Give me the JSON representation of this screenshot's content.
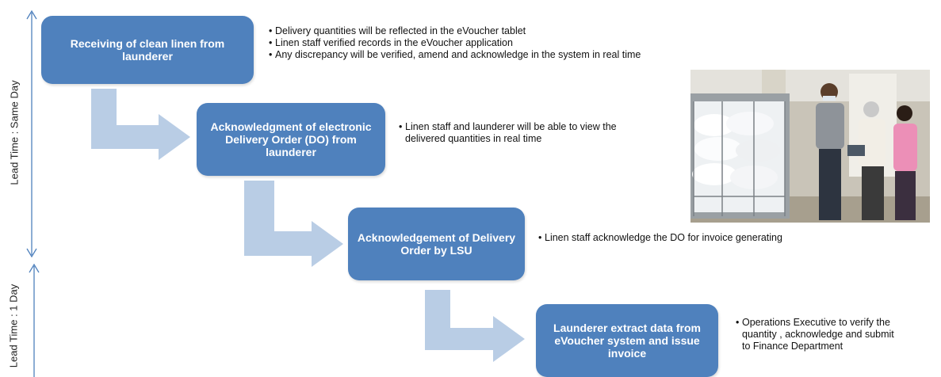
{
  "lead_times": {
    "same_day": "Lead Time : Same Day",
    "one_day": "Lead Time : 1 Day"
  },
  "steps": [
    {
      "title": "Receiving of  clean linen from launderer",
      "notes": [
        "Delivery quantities will be reflected in the eVoucher tablet",
        "Linen staff verified records in the eVoucher application",
        "Any discrepancy will be verified, amend and acknowledge in the system in real time"
      ]
    },
    {
      "title": "Acknowledgment of electronic Delivery Order (DO) from launderer",
      "notes": [
        "Linen staff and launderer will be able to view the delivered quantities in real time"
      ]
    },
    {
      "title": "Acknowledgement  of Delivery Order by LSU",
      "notes": [
        "Linen staff acknowledge the DO for invoice generating"
      ]
    },
    {
      "title": "Launderer extract data from eVoucher system and issue invoice",
      "notes": [
        " Operations Executive to verify the quantity , acknowledge and submit to Finance Department"
      ]
    }
  ],
  "colors": {
    "box": "#4f81bd",
    "arrow": "#b9cde5",
    "timeline": "#4f81bd"
  },
  "photo": {
    "icon": "photo-staff-with-linen-trolleys"
  }
}
